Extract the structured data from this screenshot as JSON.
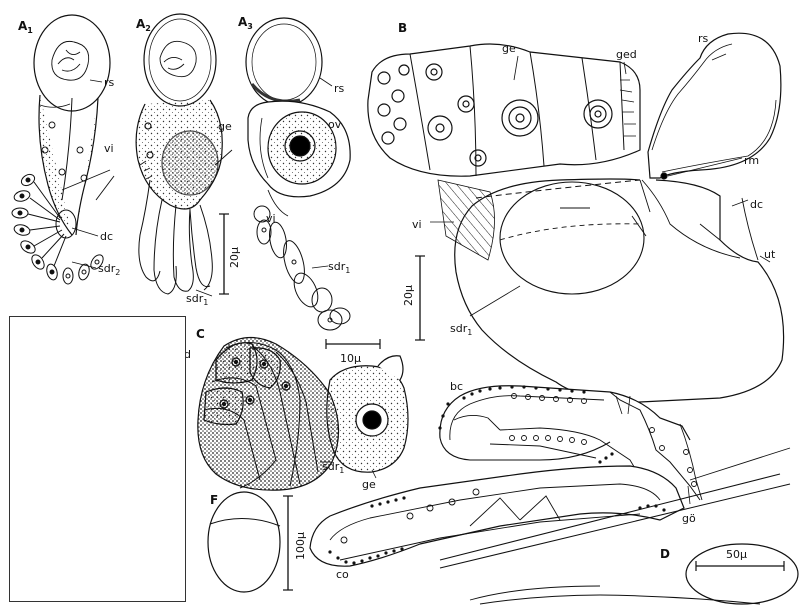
{
  "panels": {
    "a1": "A",
    "a1_sub": "1",
    "a2": "A",
    "a2_sub": "2",
    "a3": "A",
    "a3_sub": "3",
    "b": "B",
    "c": "C",
    "d": "D",
    "f": "F"
  },
  "labels": {
    "rs_a1": "rs",
    "vi_a1": "vi",
    "dc_a1": "dc",
    "sdr2": "sdr",
    "sdr2_sub": "2",
    "ge_a2": "ge",
    "sdr1_a2": "sdr",
    "sdr1_a2_sub": "1",
    "rs_a3": "rs",
    "ov": "ov",
    "vi_a3": "vi",
    "sdr1_a3": "sdr",
    "sdr1_a3_sub": "1",
    "ge_b": "ge",
    "ged": "ged",
    "rs_b": "rs",
    "rm": "rm",
    "vi_b": "vi",
    "dc_b": "dc",
    "ut": "ut",
    "sdr1_b": "sdr",
    "sdr1_b_sub": "1",
    "bc": "bc",
    "go": "gö",
    "co": "co",
    "sdr1_c": "sdr",
    "sdr1_c_sub": "1",
    "ge_c": "ge",
    "d_small": "d"
  },
  "scales": {
    "a2_scale": "20μ",
    "a3_scale": "10μ",
    "b_scale": "20μ",
    "f_scale": "100μ",
    "d_scale": "50μ"
  }
}
